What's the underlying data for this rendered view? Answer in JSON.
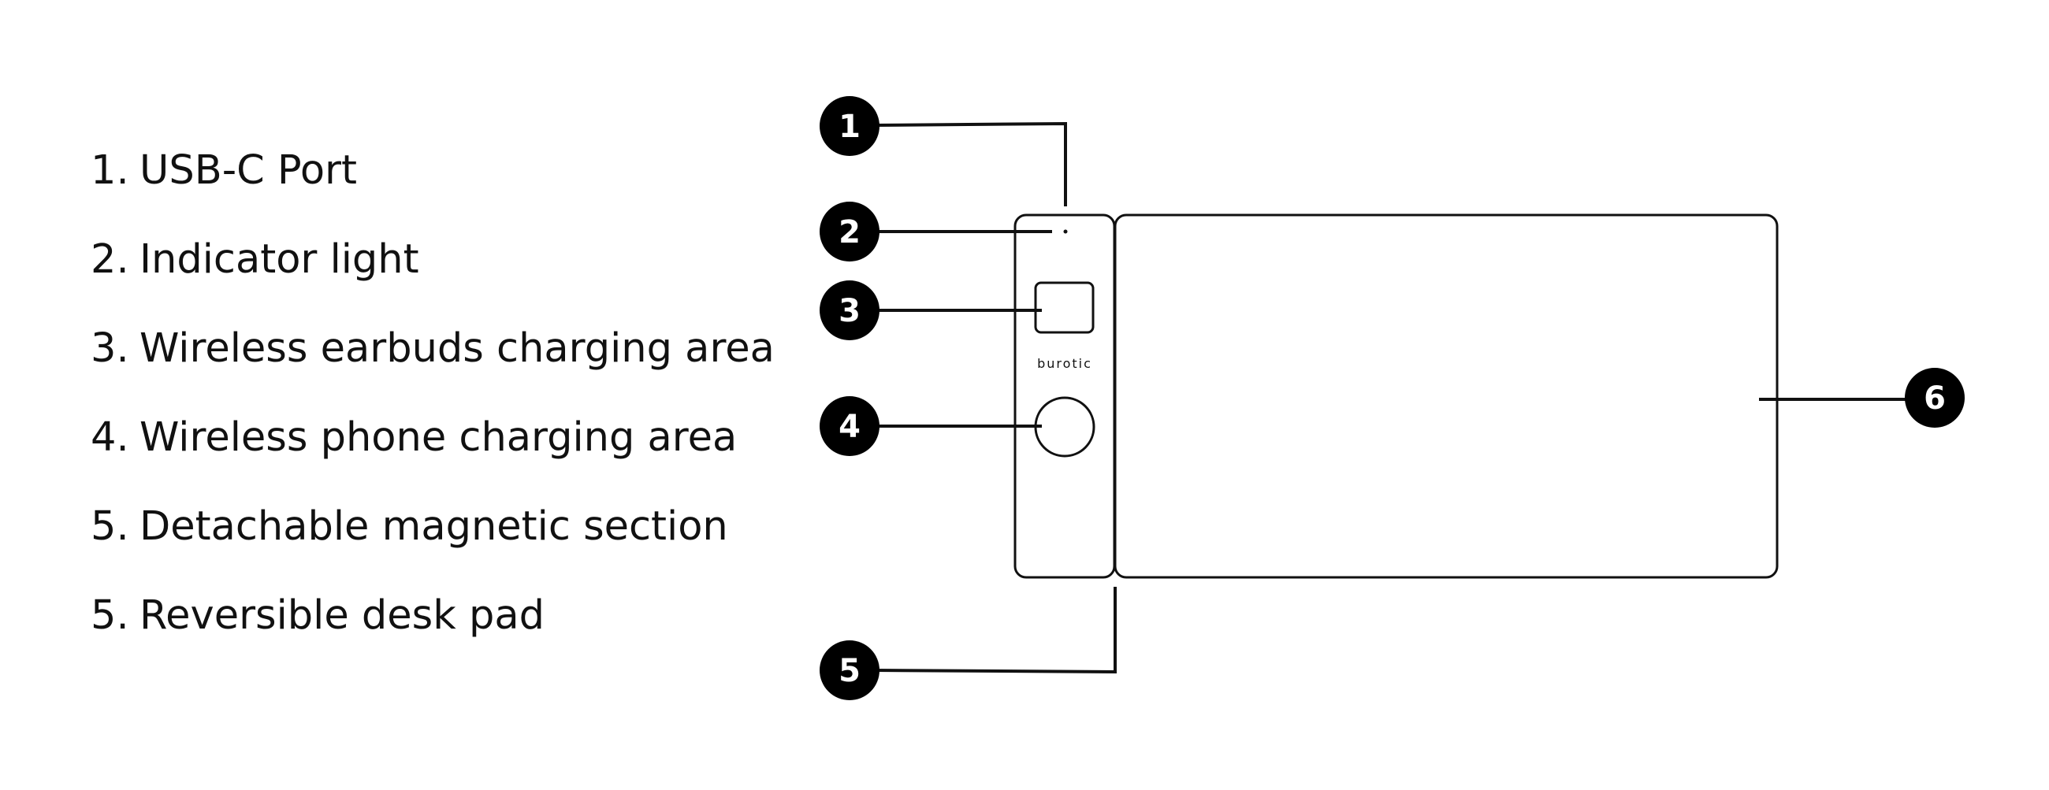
{
  "legend": {
    "items": [
      {
        "number": "1.",
        "label": "USB-C Port"
      },
      {
        "number": "2.",
        "label": "Indicator light"
      },
      {
        "number": "3.",
        "label": "Wireless earbuds charging area"
      },
      {
        "number": "4.",
        "label": "Wireless phone charging area"
      },
      {
        "number": "5.",
        "label": "Detachable magnetic section"
      },
      {
        "number": "5.",
        "label": "Reversible desk pad"
      }
    ]
  },
  "device": {
    "brand": "burotic"
  },
  "callouts": [
    {
      "label": "1"
    },
    {
      "label": "2"
    },
    {
      "label": "3"
    },
    {
      "label": "4"
    },
    {
      "label": "5"
    },
    {
      "label": "6"
    }
  ],
  "colors": {
    "stroke": "#111111",
    "badge_fill": "#000000",
    "badge_text": "#ffffff",
    "background": "#ffffff"
  }
}
